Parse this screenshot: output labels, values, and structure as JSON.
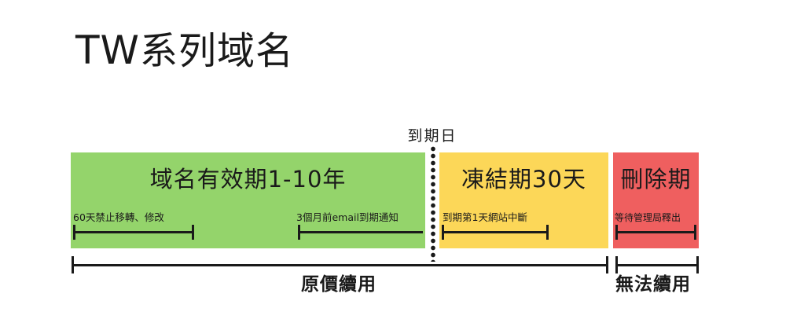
{
  "title": {
    "latin": "TW",
    "chinese": "系列域名"
  },
  "expiry_label": "到期日",
  "colors": {
    "valid": "#94d46b",
    "frozen": "#fcd758",
    "delete": "#ef5f5f",
    "line": "#1a1a1a"
  },
  "phases": {
    "valid": {
      "label": "域名有效期1-10年",
      "notes": [
        "60天禁止移轉、修改",
        "3個月前email到期通知"
      ]
    },
    "frozen": {
      "label": "凍結期30天",
      "notes": [
        "到期第1天網站中斷"
      ]
    },
    "delete": {
      "label": "刪除期",
      "notes": [
        "等待管理局釋出"
      ]
    }
  },
  "bottom": {
    "renewable": "原價續用",
    "not_renewable": "無法續用"
  }
}
